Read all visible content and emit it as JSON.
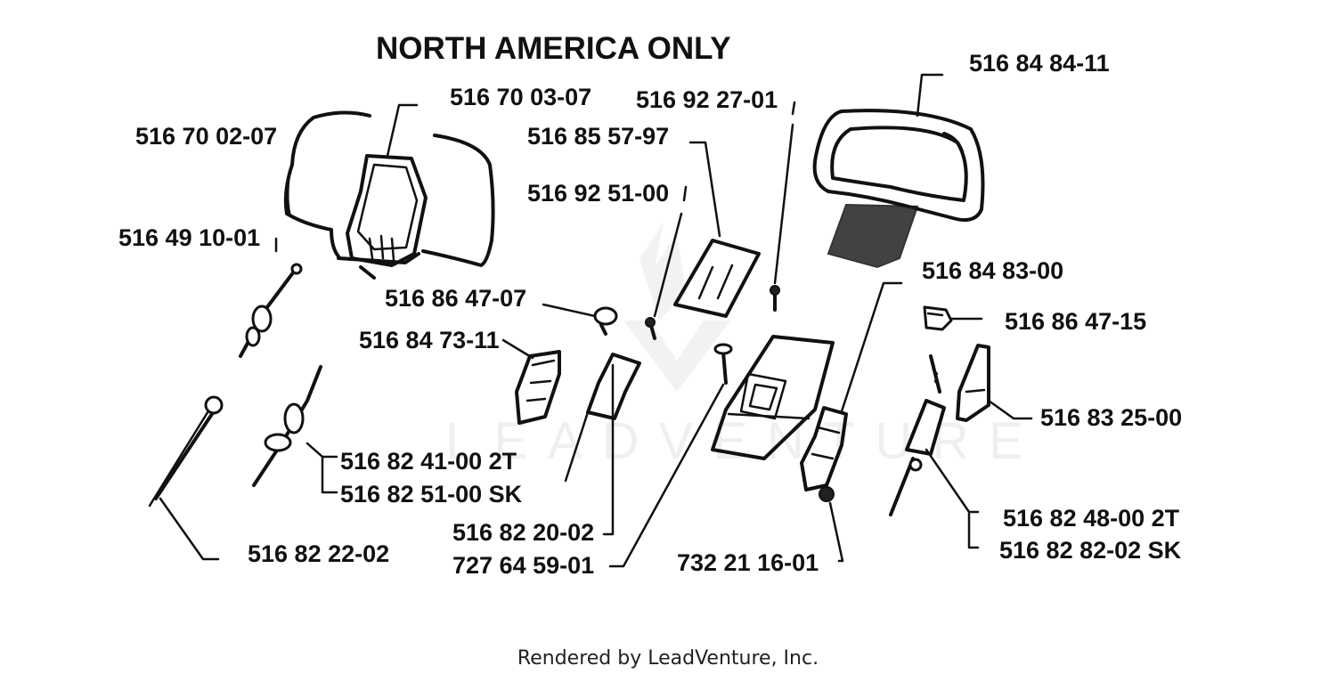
{
  "title": "NORTH AMERICA ONLY",
  "footer": "Rendered by LeadVenture, Inc.",
  "watermark": "LEADVENTURE",
  "parts": [
    "516 70 03-07",
    "516 92 27-01",
    "516 84 84-11",
    "516 70 02-07",
    "516 85 57-97",
    "516 92 51-00",
    "516 49 10-01",
    "516 84 83-00",
    "516 86 47-07",
    "516 86 47-15",
    "516 84 73-11",
    "516 83 25-00",
    "516 82 41-00 2T",
    "516 82 51-00 SK",
    "516 82 48-00 2T",
    "516 82 82-02 SK",
    "516 82 20-02",
    "516 82 22-02",
    "727 64 59-01",
    "732 21 16-01"
  ]
}
